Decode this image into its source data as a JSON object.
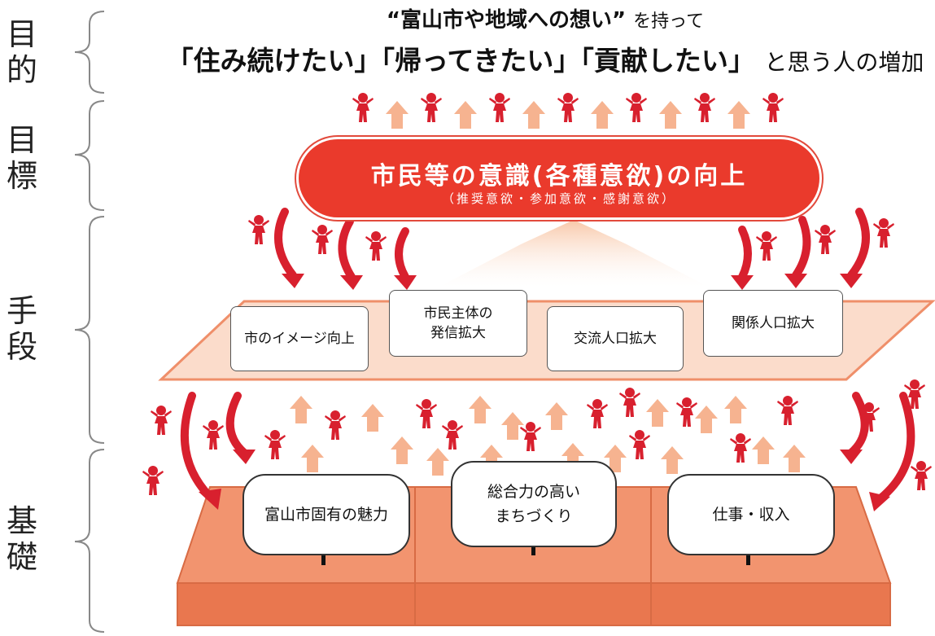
{
  "headline": {
    "line1_quote": "“富山市や地域への想い”",
    "line1_rest": "を持って",
    "line2_quote": "「住み続けたい」「帰ってきたい」「貢献したい」",
    "line2_rest": "と思う人の増加"
  },
  "side_labels": {
    "purpose": "目的",
    "goal": "目標",
    "means": "手段",
    "foundation": "基礎"
  },
  "goal_pill": {
    "title": "市民等の意識(各種意欲)の向上",
    "subtitle": "（推奨意欲・参加意欲・感謝意欲）"
  },
  "means": [
    "市のイメージ向上",
    "市民主体の\n発信拡大",
    "交流人口拡大",
    "関係人口拡大"
  ],
  "foundation": [
    "富山市固有の魅力",
    "総合力の高い\nまちづくり",
    "仕事・収入"
  ],
  "colors": {
    "red": "#d8202e",
    "pill": "#ea3a2c",
    "peach_arrow": "#f6b390",
    "plate": "#fbdccb",
    "plate_edge": "#ef8f6a",
    "base_top": "#f2946f",
    "base_front": "#e9774f"
  }
}
